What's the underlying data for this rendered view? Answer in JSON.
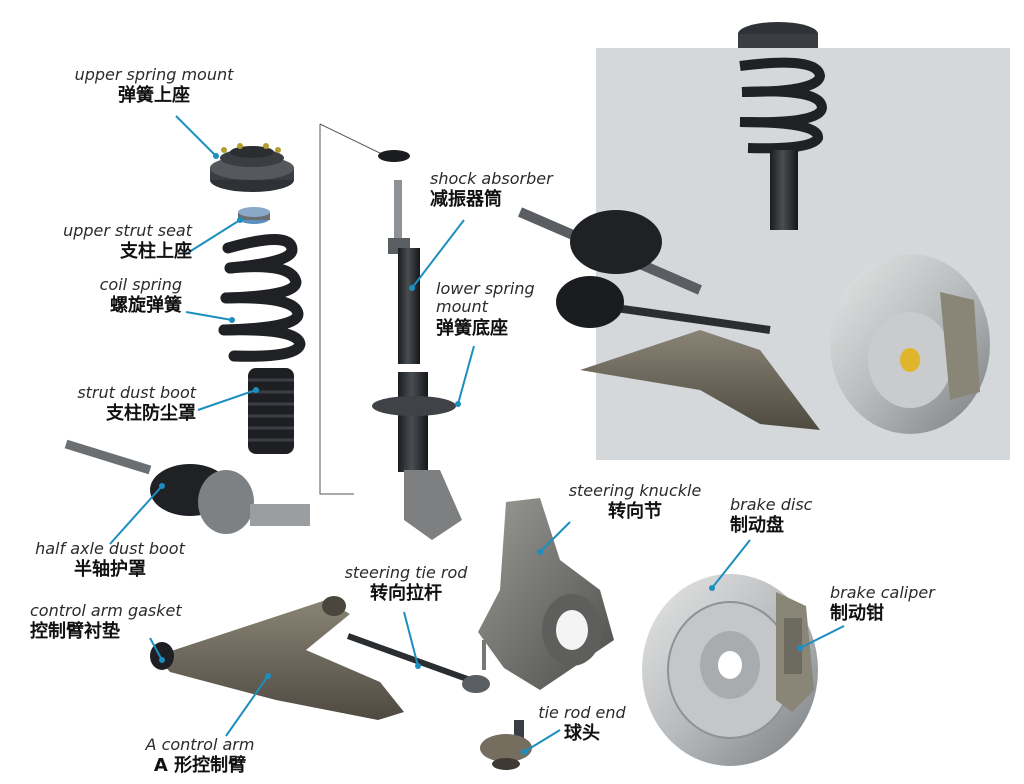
{
  "labels": {
    "upper_spring_mount": {
      "en": "upper spring mount",
      "zh": "弹簧上座"
    },
    "upper_strut_seat": {
      "en": "upper strut seat",
      "zh": "支柱上座"
    },
    "coil_spring": {
      "en": "coil spring",
      "zh": "螺旋弹簧"
    },
    "strut_dust_boot": {
      "en": "strut dust boot",
      "zh": "支柱防尘罩"
    },
    "shock_absorber": {
      "en": "shock absorber",
      "zh": "减振器筒"
    },
    "lower_spring_mount": {
      "en": "lower spring mount",
      "en_line1": "lower spring",
      "en_line2": "mount",
      "zh": "弹簧底座"
    },
    "half_axle_dust_boot": {
      "en": "half axle dust boot",
      "zh": "半轴护罩"
    },
    "steering_knuckle": {
      "en": "steering knuckle",
      "zh": "转向节"
    },
    "brake_disc": {
      "en": "brake disc",
      "zh": "制动盘"
    },
    "brake_caliper": {
      "en": "brake caliper",
      "zh": "制动钳"
    },
    "steering_tie_rod": {
      "en": "steering tie rod",
      "zh": "转向拉杆"
    },
    "control_arm_gasket": {
      "en": "control arm gasket",
      "zh": "控制臂衬垫"
    },
    "tie_rod_end": {
      "en": "tie rod end",
      "zh": "球头"
    },
    "a_control_arm": {
      "en": "A control arm",
      "zh": "A 形控制臂"
    }
  },
  "colors": {
    "leader": "#1c8fc0",
    "dot": "#1c8fc0",
    "panel": "#d3d7da",
    "metal_dark": "#2e3135",
    "metal_mid": "#6b6f72",
    "metal_light": "#b9bcbe",
    "arm": "#6a6458"
  }
}
